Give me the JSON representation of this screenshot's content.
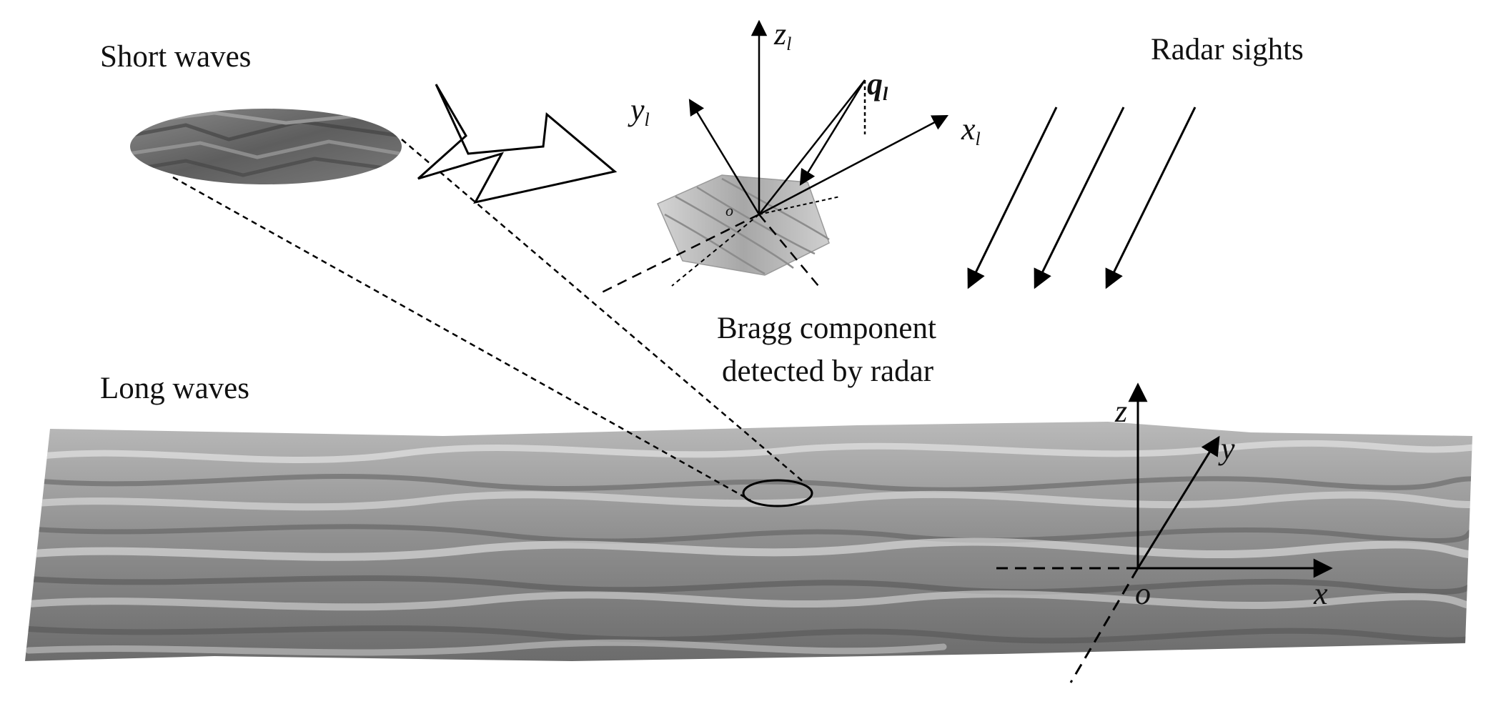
{
  "labels": {
    "short_waves": "Short waves",
    "long_waves": "Long waves",
    "radar_sights": "Radar sights",
    "bragg_line1": "Bragg component",
    "bragg_line2": "detected by radar"
  },
  "local_axes": {
    "z": "z",
    "y": "y",
    "x": "x",
    "subscript": "l",
    "angle": "q",
    "angle_subscript": "l",
    "origin": "o"
  },
  "global_axes": {
    "z": "z",
    "y": "y",
    "x": "x",
    "origin": "o"
  }
}
